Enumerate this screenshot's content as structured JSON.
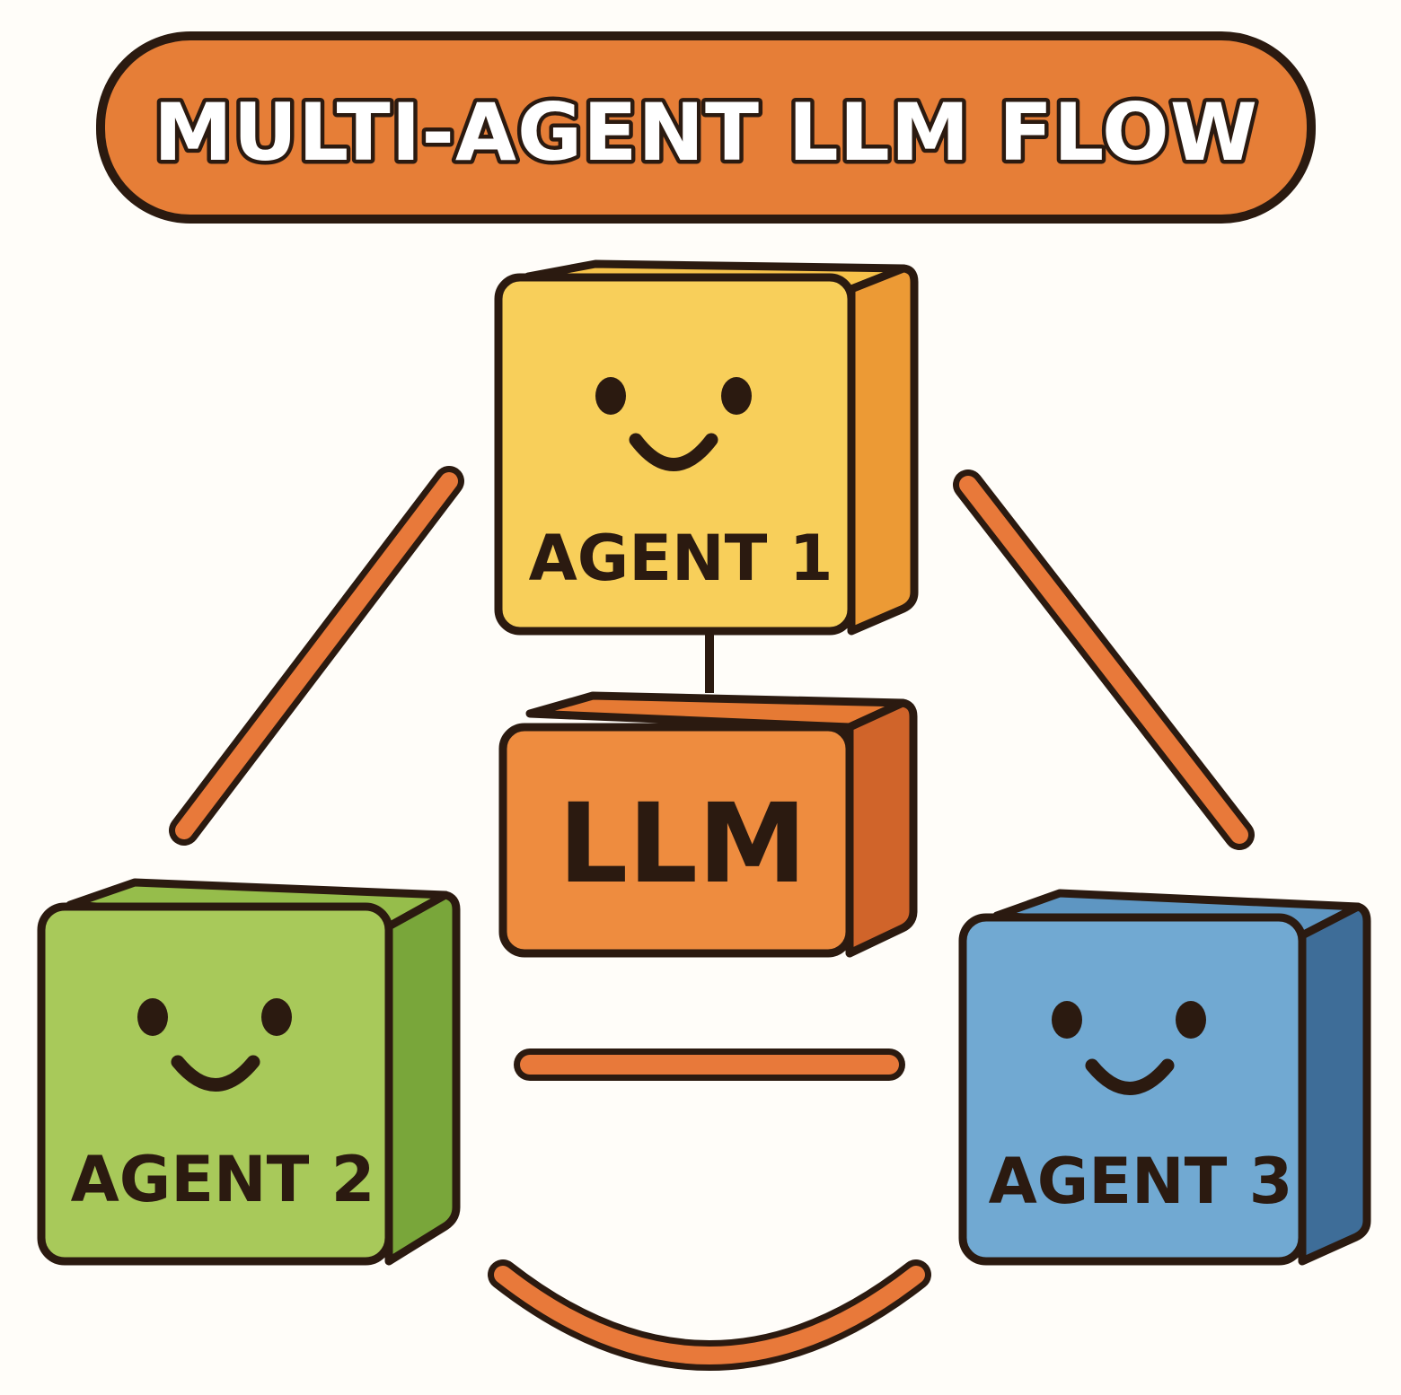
{
  "title": "MULTI-AGENT LLM FLOW",
  "nodes": {
    "agent1": {
      "label": "AGENT 1",
      "front_color": "#f8cf5a",
      "side_color": "#ec9a35",
      "top_color": "#f7c24a"
    },
    "agent2": {
      "label": "AGENT 2",
      "front_color": "#a8c95a",
      "side_color": "#79a63a",
      "top_color": "#96bd4b"
    },
    "agent3": {
      "label": "AGENT 3",
      "front_color": "#71a9d2",
      "side_color": "#3e6d98",
      "top_color": "#5e96c2"
    },
    "llm": {
      "label": "LLM",
      "front_color": "#ee8c3f",
      "side_color": "#d0642a",
      "top_color": "#e67a34"
    }
  },
  "colors": {
    "banner": "#e67e37",
    "arrow": "#e8793a",
    "outline": "#2b1a10",
    "face": "#2b1a10"
  }
}
